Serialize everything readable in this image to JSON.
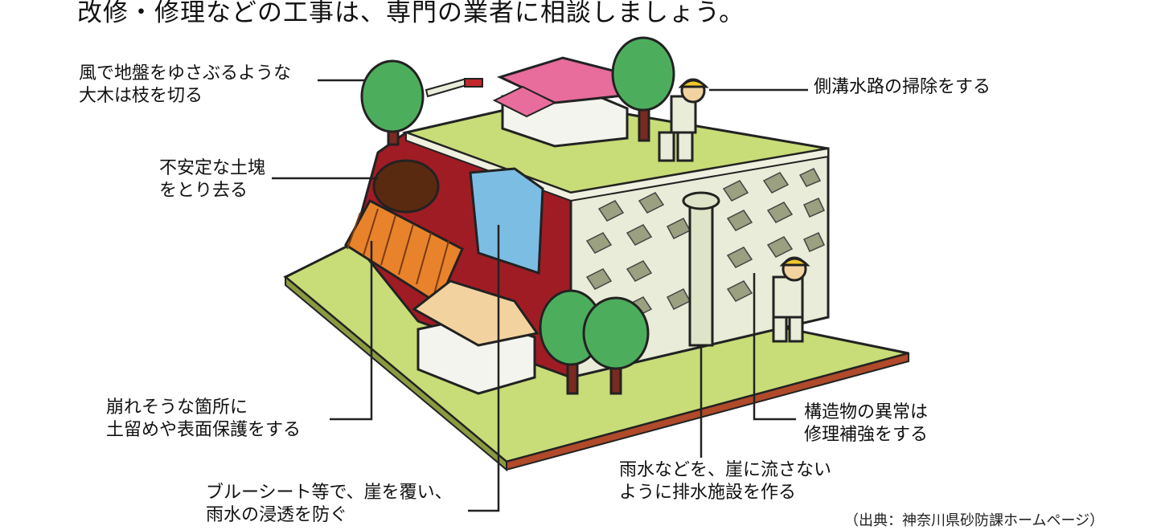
{
  "title": "改修・修理などの工事は、専門の業者に相談しましょう。",
  "labels": {
    "tree_cut": [
      "風で地盤をゆさぶるような",
      "大木は枝を切る"
    ],
    "soil_clod": [
      "不安定な土塊",
      "をとり去る"
    ],
    "gutter": [
      "側溝水路の掃除をする"
    ],
    "retaining": [
      "崩れそうな箇所に",
      "土留めや表面保護をする"
    ],
    "blue_sheet": [
      "ブルーシート等で、崖を覆い、",
      "雨水の浸透を防ぐ"
    ],
    "drainage": [
      "雨水などを、崖に流さない",
      "ように排水施設を作る"
    ],
    "structure": [
      "構造物の異常は",
      "修理補強をする"
    ]
  },
  "source": "（出典：神奈川県砂防課ホームページ）",
  "colors": {
    "grass": "#c8dc78",
    "cliff": "#a01c24",
    "wall": "#e8ecd8",
    "roof": "#e86c9c",
    "tree": "#4cae5c",
    "sheet": "#7cbde4",
    "fence": "#e8832c"
  }
}
